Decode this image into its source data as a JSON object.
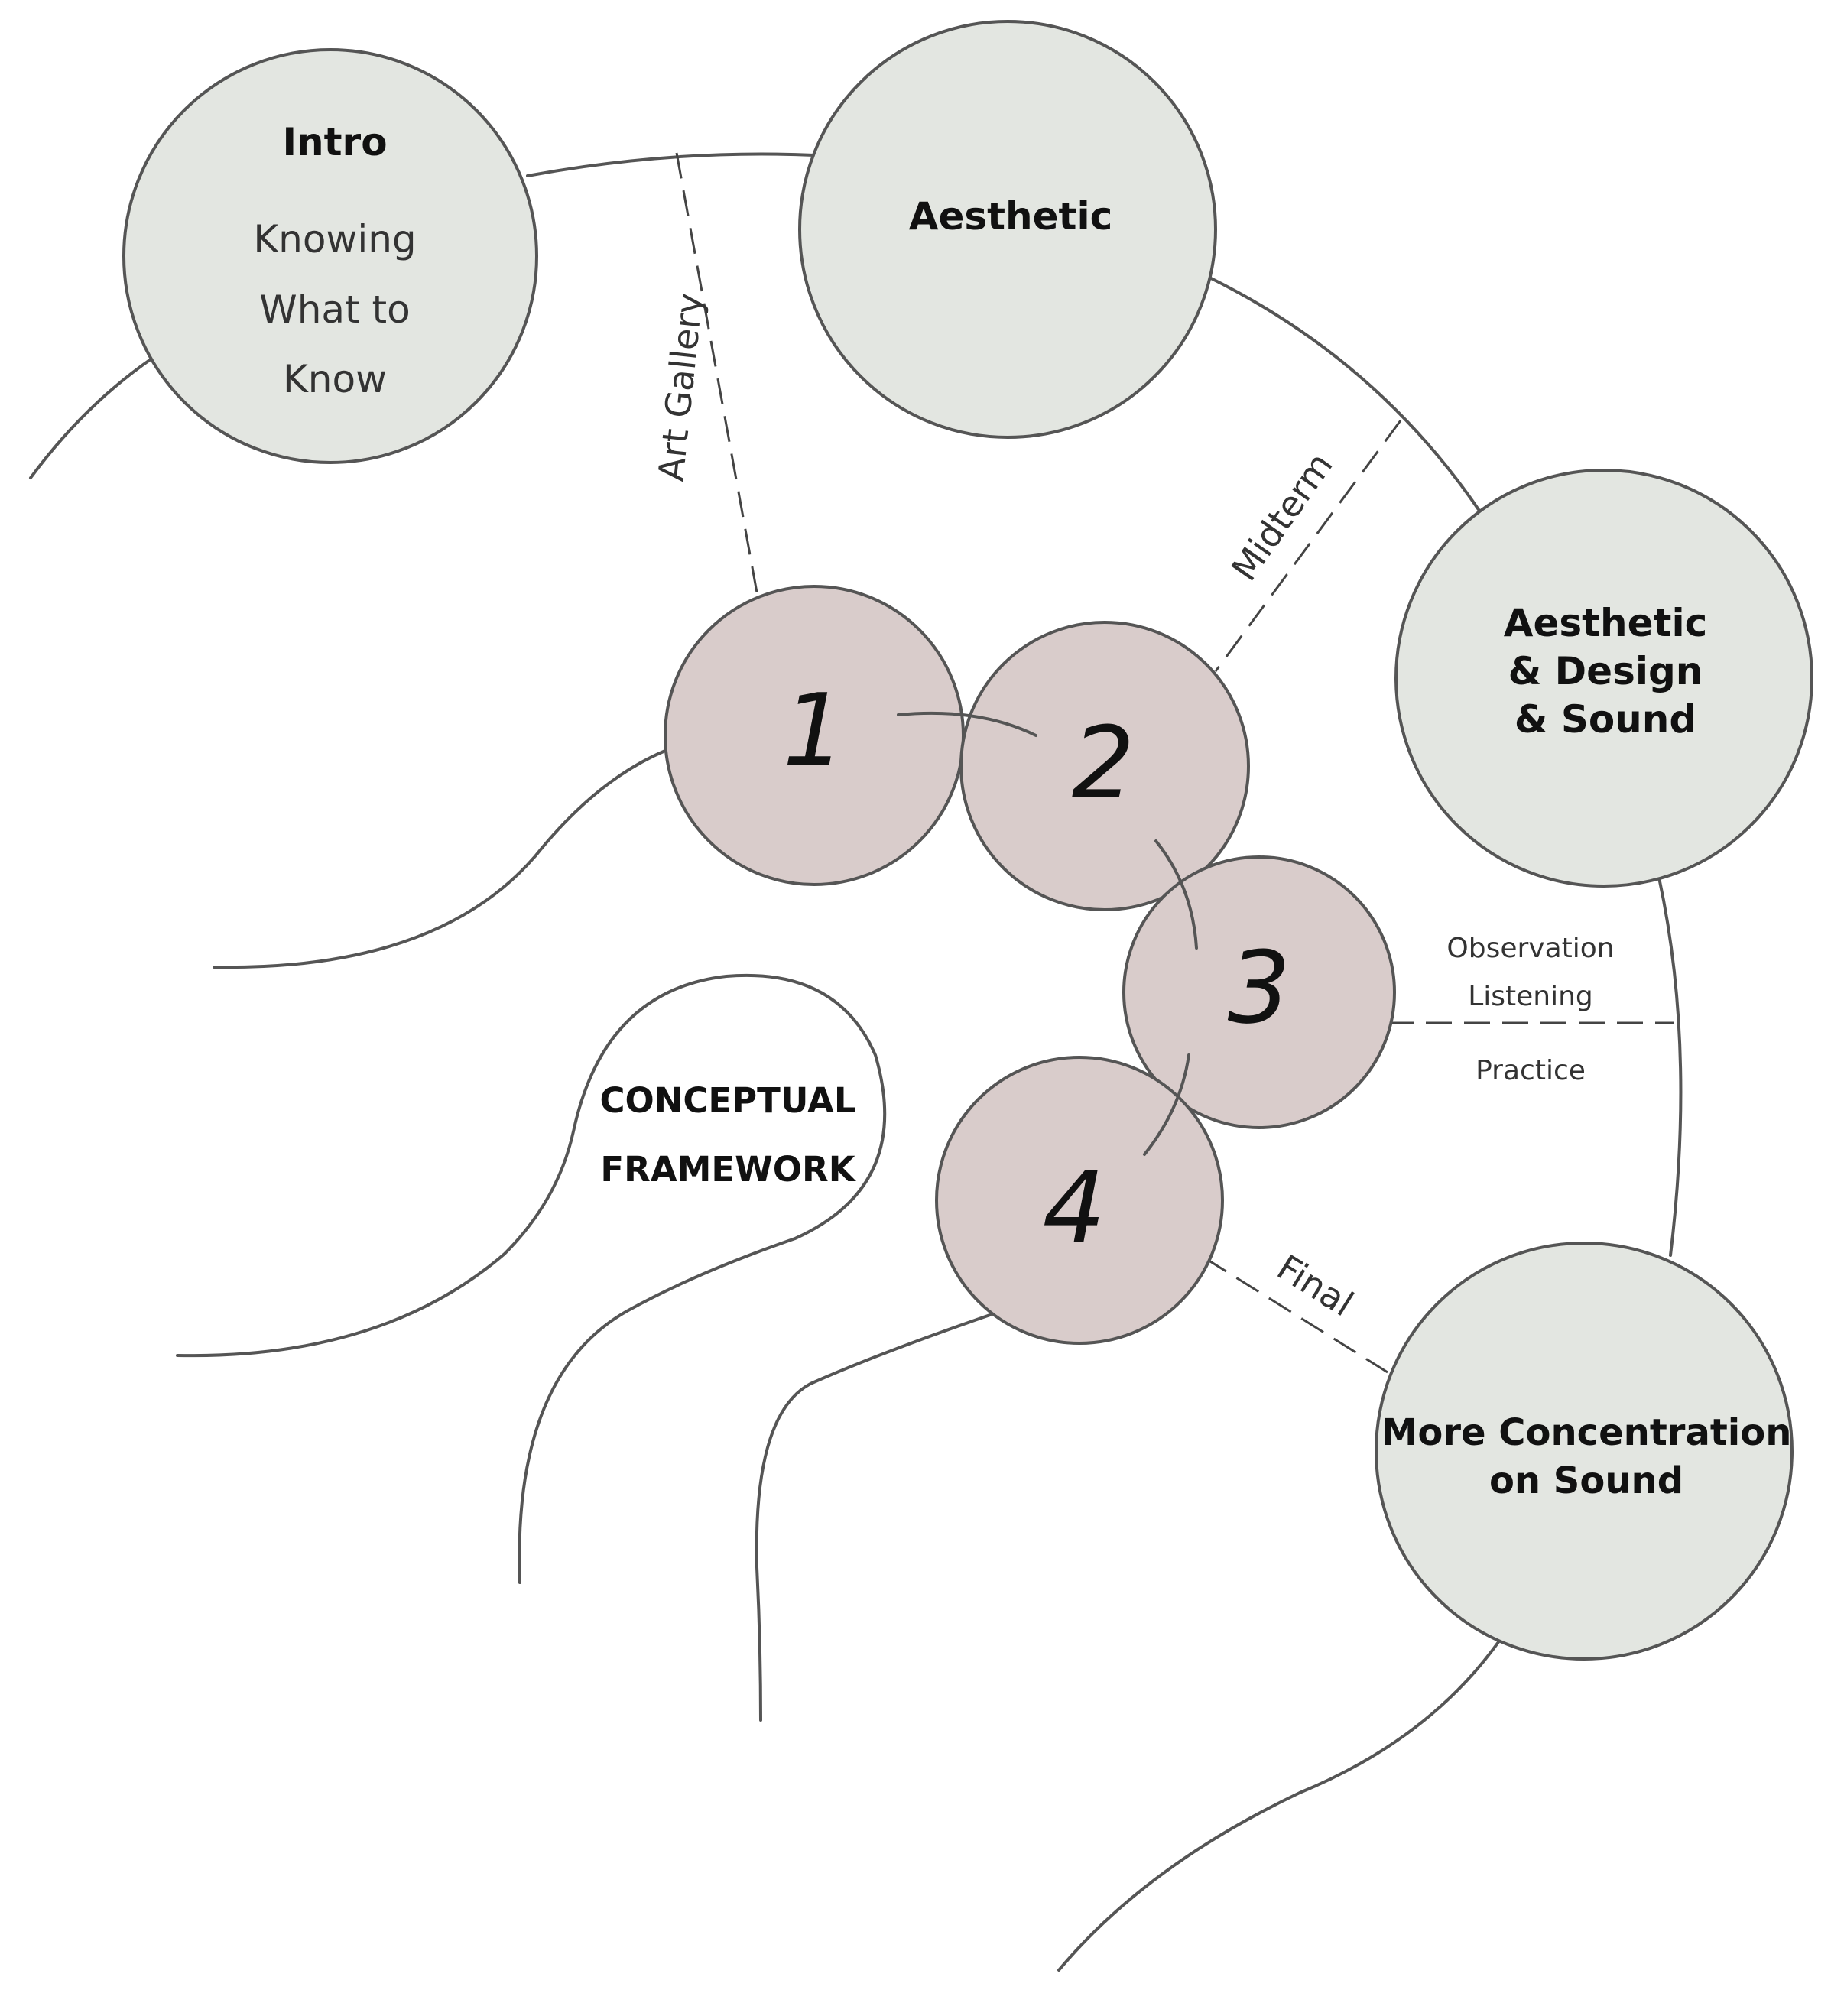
{
  "stages": {
    "intro": {
      "title": "Intro",
      "lines": [
        "Knowing",
        "What to",
        "Know"
      ]
    },
    "aesthetic": {
      "title": "Aesthetic"
    },
    "aesthetic_design_sound": {
      "lines": [
        "Aesthetic",
        "& Design",
        "& Sound"
      ]
    },
    "more_concentration": {
      "lines": [
        "More Concentration",
        "on Sound"
      ]
    }
  },
  "steps": [
    "1",
    "2",
    "3",
    "4"
  ],
  "framework": {
    "lines": [
      "CONCEPTUAL",
      "FRAMEWORK"
    ]
  },
  "connectors": {
    "art_gallery": "Art Gallery",
    "midterm": "Midterm",
    "final": "Final",
    "observation": "Observation",
    "listening": "Listening",
    "practice": "Practice"
  }
}
